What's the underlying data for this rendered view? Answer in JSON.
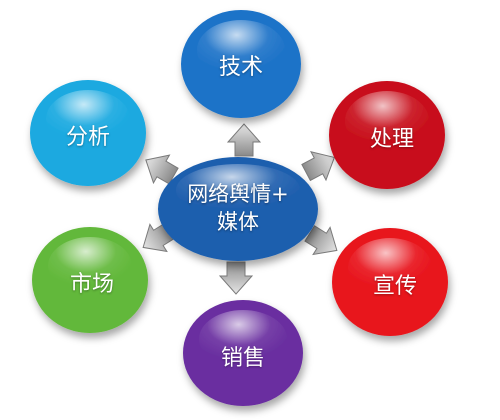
{
  "center": {
    "line1": "网络舆情+",
    "line2": "媒体",
    "color": "#1f5fae"
  },
  "nodes": [
    {
      "key": "tech",
      "label": "技术",
      "color": "#1e73c8"
    },
    {
      "key": "process",
      "label": "处理",
      "color": "#c8101c"
    },
    {
      "key": "promo",
      "label": "宣传",
      "color": "#e8141c"
    },
    {
      "key": "sales",
      "label": "销售",
      "color": "#6a2fa0"
    },
    {
      "key": "market",
      "label": "市场",
      "color": "#62b83a"
    },
    {
      "key": "analysis",
      "label": "分析",
      "color": "#1aa9e0"
    }
  ],
  "arrow_color": "#9a9a9a"
}
